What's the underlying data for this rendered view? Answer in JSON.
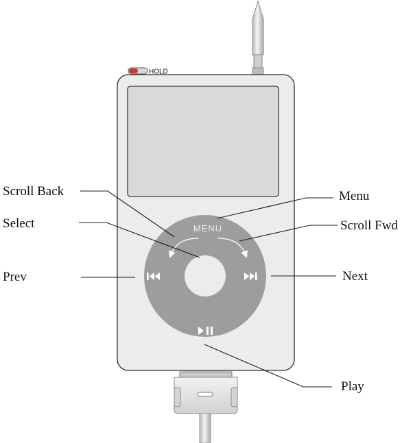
{
  "device": {
    "hold_label": "HOLD",
    "wheel_menu_label": "MENU",
    "body_color": "#ececec",
    "wheel_color": "#9d9d9d",
    "screen_color": "#d9d9d9"
  },
  "callouts": {
    "scroll_back": "Scroll Back",
    "select": "Select",
    "prev": "Prev",
    "menu": "Menu",
    "scroll_fwd": "Scroll Fwd",
    "next": "Next",
    "play": "Play"
  },
  "icons": {
    "prev": "previous-track-icon",
    "next": "next-track-icon",
    "play_pause": "play-pause-icon",
    "scroll_back": "curved-arrow-left-icon",
    "scroll_fwd": "curved-arrow-right-icon"
  }
}
